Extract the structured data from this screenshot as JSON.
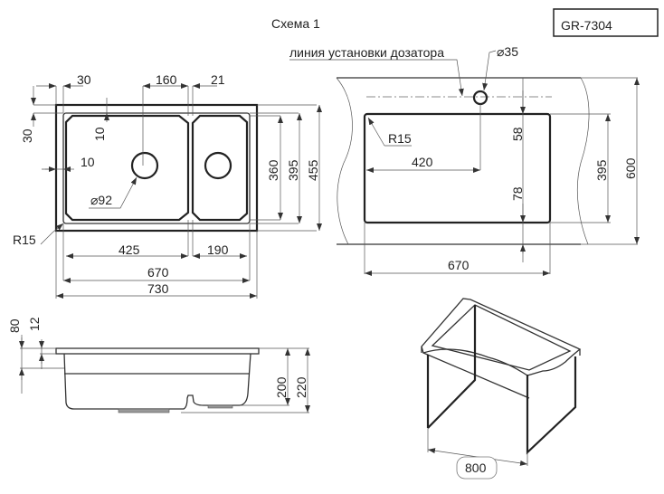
{
  "title": "Схема 1",
  "model": "GR-7304",
  "top_view": {
    "dims": {
      "d30_top": "30",
      "d160": "160",
      "d21": "21",
      "d30_left": "30",
      "d10_vert": "10",
      "d10_horiz": "10",
      "dia92": "⌀92",
      "r15": "R15",
      "d425": "425",
      "d190": "190",
      "d670": "670",
      "d730": "730",
      "d360": "360",
      "d395": "395",
      "d455": "455"
    }
  },
  "cutout_view": {
    "dispenser_line_label": "линия установки дозатора",
    "dims": {
      "dia35": "⌀35",
      "d58": "58",
      "r15": "R15",
      "d420": "420",
      "d395": "395",
      "d600": "600",
      "d78": "78",
      "d670": "670"
    }
  },
  "side_view": {
    "dims": {
      "d80": "80",
      "d12": "12",
      "d200": "200",
      "d220": "220"
    }
  },
  "iso_view": {
    "dims": {
      "d800": "800"
    }
  }
}
